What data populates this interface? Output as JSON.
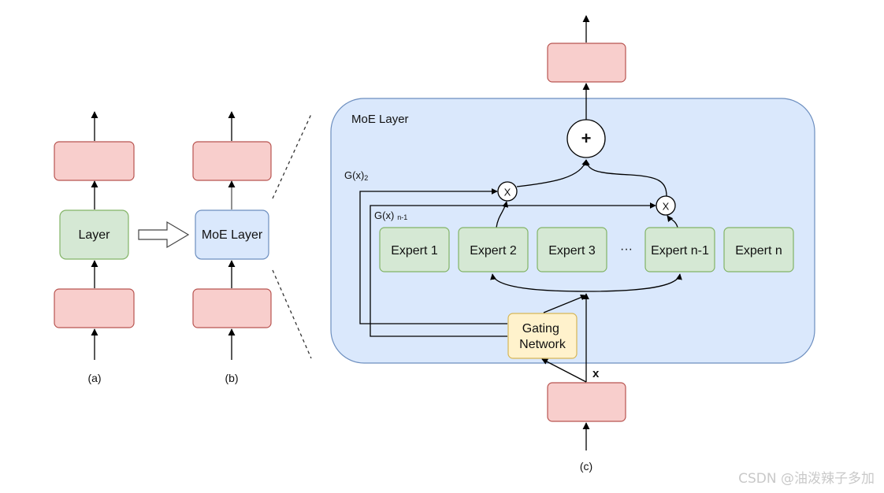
{
  "diagram": {
    "a": {
      "caption": "(a)",
      "layer_label": "Layer"
    },
    "b": {
      "caption": "(b)",
      "layer_label": "MoE Layer"
    },
    "c": {
      "caption": "(c)",
      "container_title": "MoE Layer",
      "experts": [
        "Expert 1",
        "Expert 2",
        "Expert 3",
        "Expert n-1",
        "Expert n"
      ],
      "ellipsis": "···",
      "gating_line1": "Gating",
      "gating_line2": "Network",
      "gate_2_text": "G(x)",
      "gate_2_sub": "2",
      "gate_n1_text": "G(x)",
      "gate_n1_sub": "n-1",
      "input_label": "x",
      "multiply_symbol": "X",
      "sum_symbol": "+"
    },
    "colors": {
      "red_box_fill": "#f8cecc",
      "red_box_stroke": "#b85450",
      "green_fill": "#d5e8d4",
      "green_stroke": "#82b366",
      "blue_fill": "#dae8fc",
      "blue_stroke": "#6c8ebf",
      "yellow_fill": "#fff2cc",
      "yellow_stroke": "#d6b656"
    }
  },
  "watermark": "CSDN @油泼辣子多加"
}
